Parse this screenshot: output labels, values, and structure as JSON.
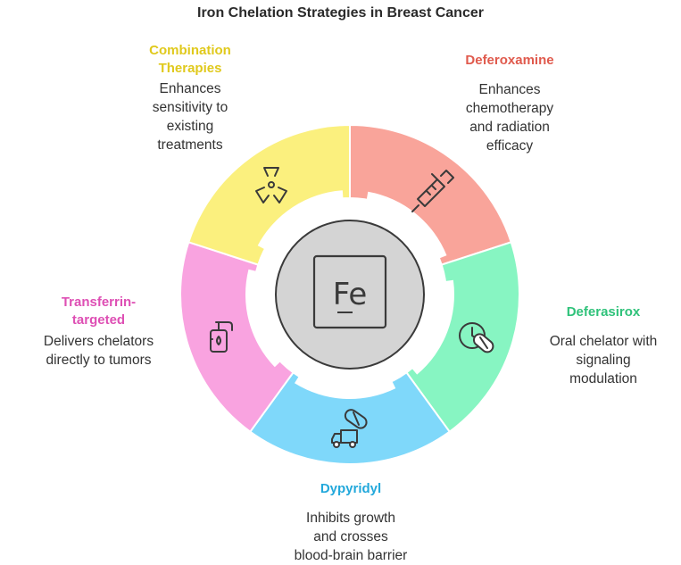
{
  "title": "Iron Chelation Strategies in Breast Cancer",
  "center": {
    "symbol": "Fe",
    "icon": "iron-element-icon"
  },
  "segments": [
    {
      "key": "deferoxamine",
      "heading": "Deferoxamine",
      "description": "Enhances\nchemotherapy\nand radiation\nefficacy",
      "color": "#f9a49a",
      "heading_color": "#e05a4d",
      "icon": "syringe-icon"
    },
    {
      "key": "deferasirox",
      "heading": "Deferasirox",
      "description": "Oral chelator with\nsignaling\nmodulation",
      "color": "#87f5c2",
      "heading_color": "#2fc27a",
      "icon": "pill-clock-icon"
    },
    {
      "key": "dypyridyl",
      "heading": "Dypyridyl",
      "description": "Inhibits growth\nand crosses\nblood-brain barrier",
      "color": "#7fd8fa",
      "heading_color": "#22a8db",
      "icon": "pill-truck-icon"
    },
    {
      "key": "transferrin",
      "heading": "Transferrin-\ntargeted",
      "description": "Delivers chelators\ndirectly to tumors",
      "color": "#f9a3e0",
      "heading_color": "#de4fb4",
      "icon": "iv-drip-icon"
    },
    {
      "key": "combination",
      "heading": "Combination\nTherapies",
      "description": "Enhances\nsensitivity to\nexisting\ntreatments",
      "color": "#fbf07e",
      "heading_color": "#e0c91c",
      "icon": "radiation-icon"
    }
  ]
}
